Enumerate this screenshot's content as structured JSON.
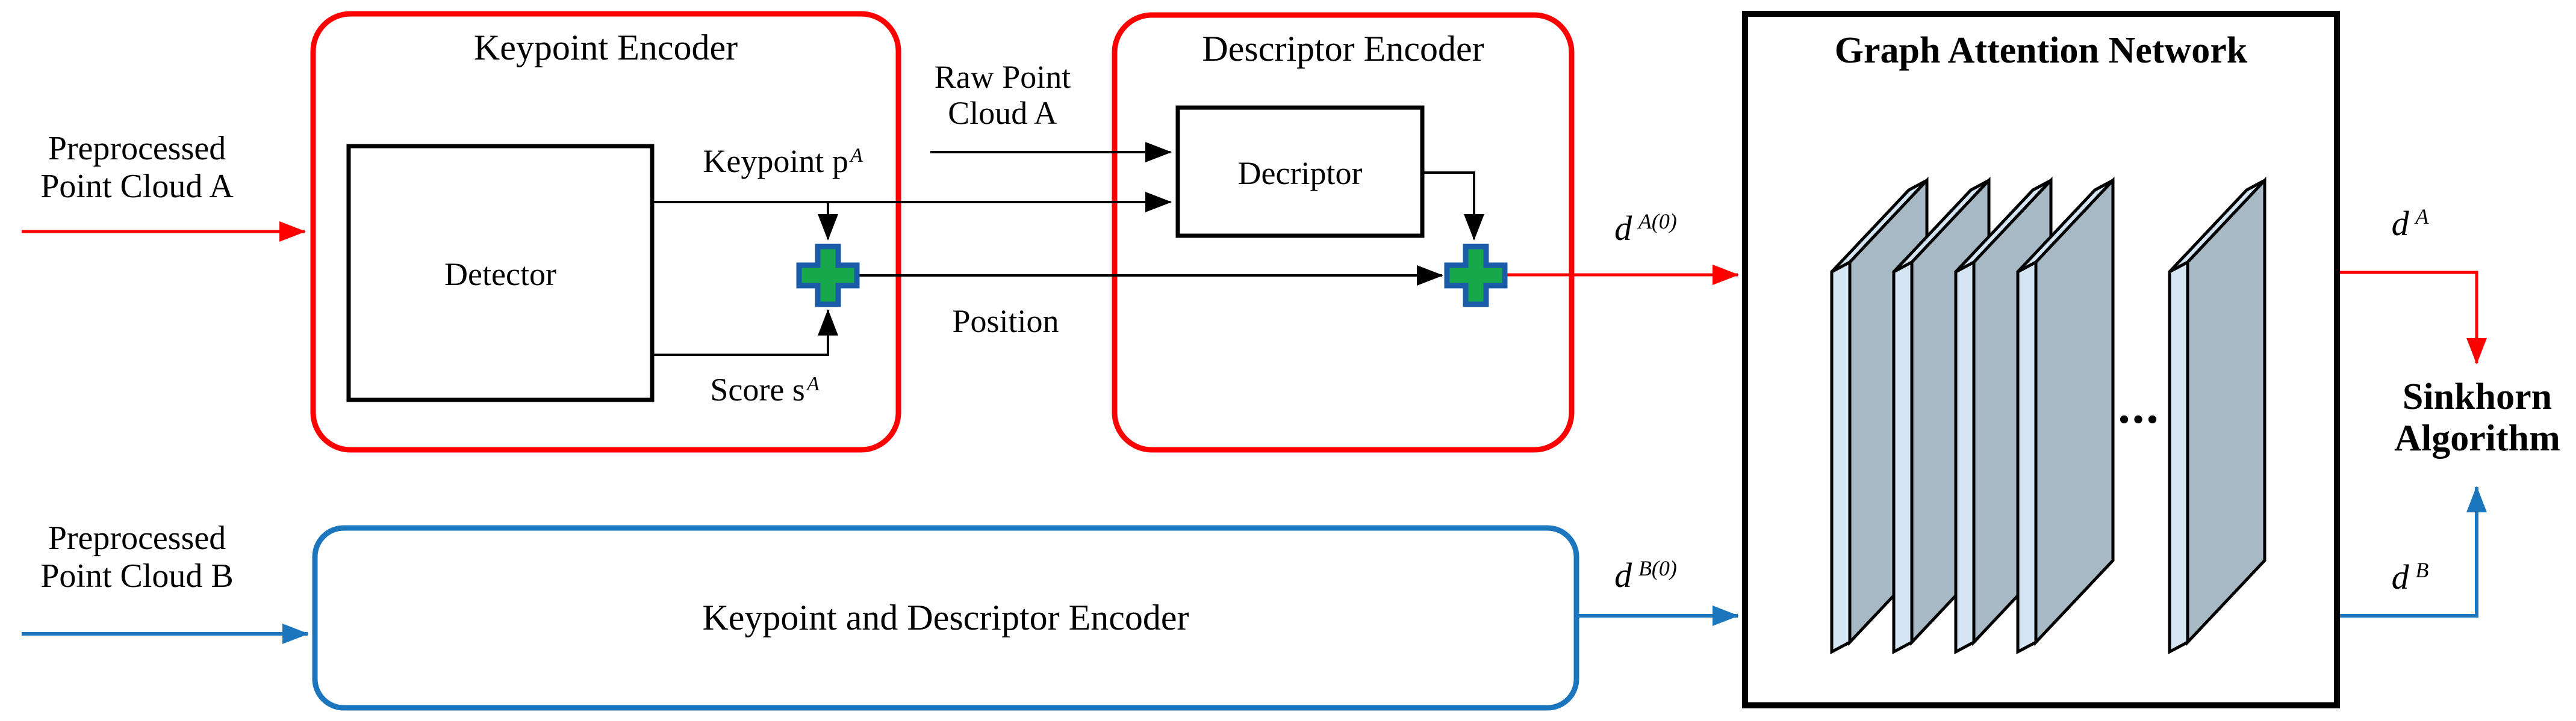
{
  "diagram": {
    "inputs": {
      "a": {
        "line1": "Preprocessed",
        "line2": "Point Cloud A"
      },
      "b": {
        "line1": "Preprocessed",
        "line2": "Point Cloud B"
      }
    },
    "keypoint_encoder": {
      "title": "Keypoint Encoder",
      "detector_label": "Detector",
      "keypoint_base": "Keypoint p",
      "keypoint_sup": "A",
      "score_base": "Score s",
      "score_sup": "A"
    },
    "raw_point_cloud": {
      "line1": "Raw Point",
      "line2": "Cloud A"
    },
    "descriptor_encoder": {
      "title": "Descriptor Encoder",
      "decriptor_label": "Decriptor"
    },
    "position_label": "Position",
    "gan": {
      "title": "Graph Attention Network",
      "ellipsis": "..."
    },
    "encoder_b": {
      "label": "Keypoint and Descriptor Encoder"
    },
    "signals": {
      "d_a0": {
        "base": "d",
        "sup": "A(0)"
      },
      "d_b0": {
        "base": "d",
        "sup": "B(0)"
      },
      "d_a": {
        "base": "d",
        "sup": "A"
      },
      "d_b": {
        "base": "d",
        "sup": "B"
      }
    },
    "sinkhorn": {
      "line1": "Sinkhorn",
      "line2": "Algorithm"
    },
    "colors": {
      "red": "#FF0000",
      "blue": "#1B76BE",
      "green": "#18A84C",
      "plus_border": "#1A5CA8",
      "slab_face": "#A8B9C6",
      "slab_edge": "#D5E5F3",
      "black": "#000000"
    }
  }
}
